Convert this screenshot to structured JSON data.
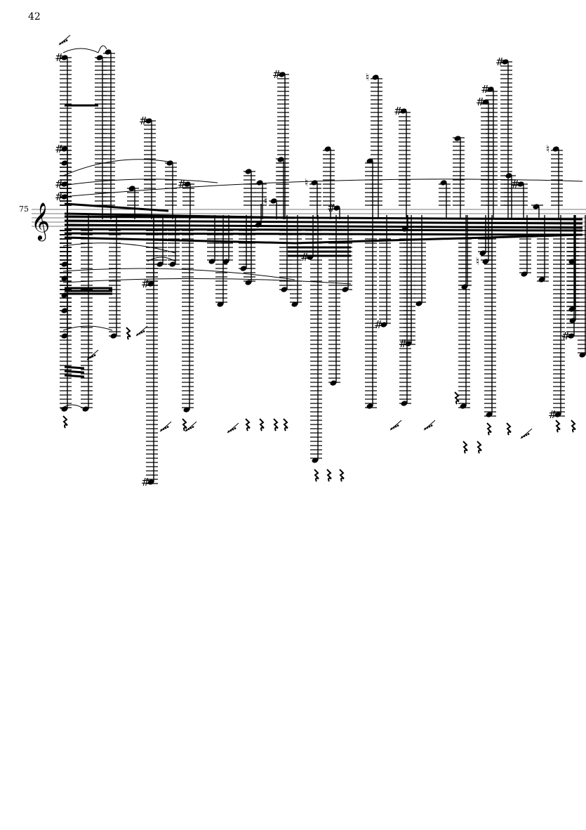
{
  "page": {
    "page_number": "42",
    "measure_number": "75"
  },
  "score": {
    "clef": "treble-clef",
    "ink_color": "#000000",
    "staff_line_color": "#777777"
  }
}
